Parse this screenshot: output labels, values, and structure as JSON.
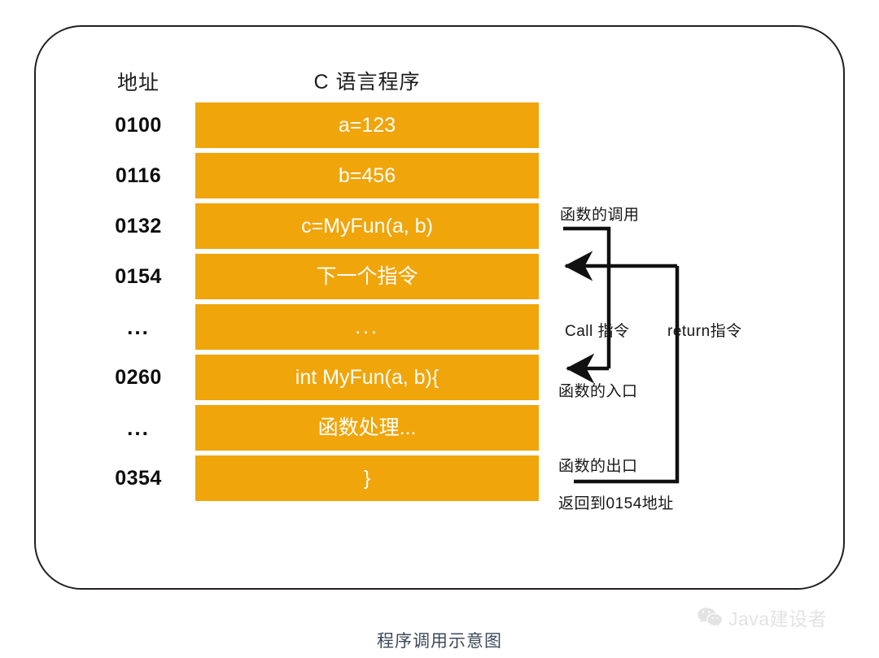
{
  "diagram": {
    "caption": "程序调用示意图",
    "headers": {
      "address": "地址",
      "program": "C 语言程序"
    },
    "rows": [
      {
        "address": "0100",
        "instruction": "a=123"
      },
      {
        "address": "0116",
        "instruction": "b=456"
      },
      {
        "address": "0132",
        "instruction": "c=MyFun(a, b)"
      },
      {
        "address": "0154",
        "instruction": "下一个指令"
      },
      {
        "address": "...",
        "instruction": "..."
      },
      {
        "address": "0260",
        "instruction": "int MyFun(a, b){"
      },
      {
        "address": "...",
        "instruction": "函数处理..."
      },
      {
        "address": "0354",
        "instruction": "}"
      }
    ],
    "annotations": {
      "call_top": "函数的调用",
      "call_label": "Call 指令",
      "return_label": "return指令",
      "function_entry": "函数的入口",
      "function_exit": "函数的出口",
      "return_target": "返回到0154地址"
    },
    "colors": {
      "bar": "#F0A50A",
      "bar_text": "#FFFFFF",
      "address_text": "#0D0D0D",
      "frame_border": "#231F20",
      "arrow": "#111111",
      "caption_text": "#3E4A5A",
      "watermark_text": "#E3E3E3"
    }
  },
  "watermark": {
    "label": "Java建设者",
    "icon": "wechat-bubbles-icon"
  }
}
